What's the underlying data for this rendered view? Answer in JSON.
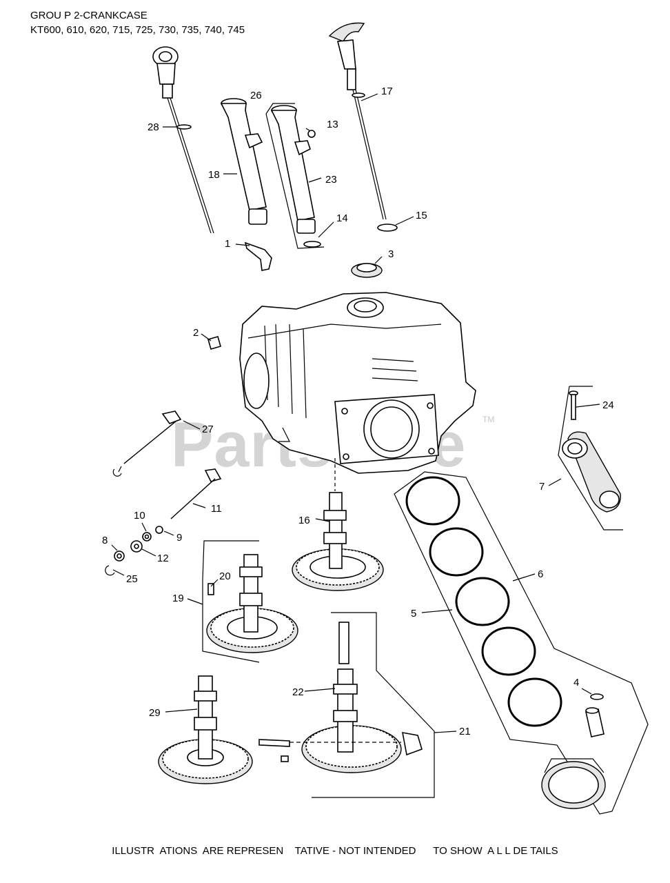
{
  "header": {
    "line1": "GROU P 2-CRANKCASE",
    "line2": "KT600, 610, 620, 715, 725, 730, 735, 740, 745"
  },
  "watermark": {
    "text": "PartsTree",
    "trademark": "TM"
  },
  "callouts": [
    "1",
    "2",
    "3",
    "4",
    "5",
    "6",
    "7",
    "8",
    "9",
    "10",
    "11",
    "12",
    "13",
    "14",
    "15",
    "16",
    "17",
    "18",
    "19",
    "20",
    "21",
    "22",
    "23",
    "24",
    "25",
    "26",
    "27",
    "28",
    "29"
  ],
  "footer": {
    "note": "ILLUSTR  ATIONS  ARE REPRESEN    TATIVE - NOT INTENDED      TO SHOW  A L L DE TAILS"
  }
}
